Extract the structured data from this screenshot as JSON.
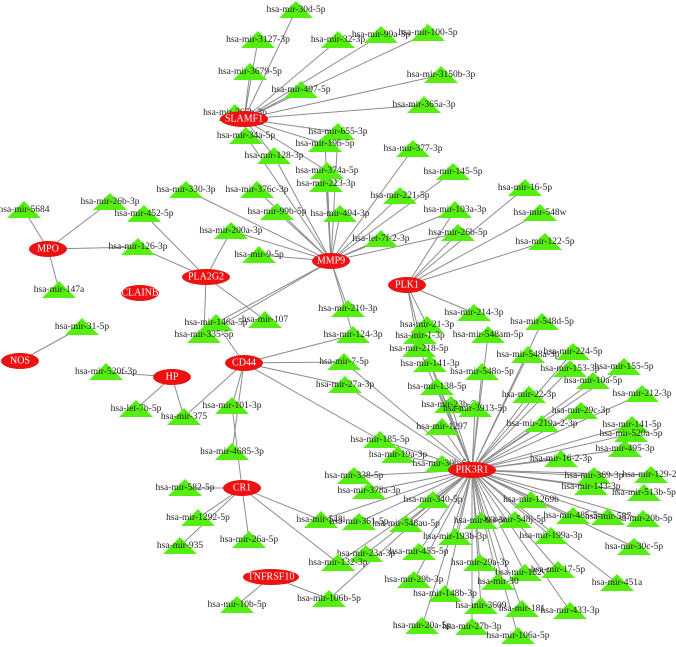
{
  "genes": [
    {
      "id": "SLAMF1",
      "label": "SLAMF1"
    },
    {
      "id": "MMP9",
      "label": "MMP9"
    },
    {
      "id": "PLA2G2",
      "label": "PLA2G2"
    },
    {
      "id": "PLK1",
      "label": "PLK1"
    },
    {
      "id": "MPO",
      "label": "MPO"
    },
    {
      "id": "CLAINB",
      "label": "CLAINB"
    },
    {
      "id": "NOS",
      "label": "NOS"
    },
    {
      "id": "HP",
      "label": "HP"
    },
    {
      "id": "CD44",
      "label": "CD44"
    },
    {
      "id": "CR1",
      "label": "CR1"
    },
    {
      "id": "TNFRSF10",
      "label": "TNFRSF10"
    },
    {
      "id": "PIK3R1",
      "label": "PIK3R1"
    }
  ],
  "mirnas": [
    {
      "id": "m1",
      "label": "hsa-mir-30d-5p",
      "targets": [
        "SLAMF1"
      ]
    },
    {
      "id": "m2",
      "label": "hsa-mir-3127-3p",
      "targets": [
        "SLAMF1"
      ]
    },
    {
      "id": "m3",
      "label": "hsa-mir-32-3p",
      "targets": [
        "SLAMF1"
      ]
    },
    {
      "id": "m4",
      "label": "hsa-mir-99a-5p",
      "targets": [
        "SLAMF1"
      ]
    },
    {
      "id": "m5",
      "label": "hsa-mir-100-5p",
      "targets": [
        "SLAMF1"
      ]
    },
    {
      "id": "m6",
      "label": "hsa-mir-3679-5p",
      "targets": [
        "SLAMF1"
      ]
    },
    {
      "id": "m7",
      "label": "hsa-mir-3150b-3p",
      "targets": [
        "SLAMF1"
      ]
    },
    {
      "id": "m8",
      "label": "hsa-mir-497-5p",
      "targets": [
        "SLAMF1"
      ]
    },
    {
      "id": "m9",
      "label": "hsa-mir-365a-3p",
      "targets": [
        "SLAMF1"
      ]
    },
    {
      "id": "m10",
      "label": "hsa-mir-365b-3p",
      "targets": [
        "SLAMF1"
      ]
    },
    {
      "id": "m11",
      "label": "hsa-mir-34a-5p",
      "targets": [
        "SLAMF1",
        "MMP9"
      ]
    },
    {
      "id": "m12",
      "label": "hsa-mir-655-3p",
      "targets": [
        "SLAMF1",
        "MMP9"
      ]
    },
    {
      "id": "m13",
      "label": "hsa-mir-195-5p",
      "targets": [
        "SLAMF1",
        "MMP9"
      ]
    },
    {
      "id": "m14",
      "label": "hsa-mir-128-3p",
      "targets": [
        "SLAMF1",
        "MMP9"
      ]
    },
    {
      "id": "m15",
      "label": "hsa-mir-377-3p",
      "targets": [
        "MMP9"
      ]
    },
    {
      "id": "m16",
      "label": "hsa-mir-374a-5p",
      "targets": [
        "SLAMF1",
        "MMP9"
      ]
    },
    {
      "id": "m17",
      "label": "hsa-mir-223-3p",
      "targets": [
        "MMP9"
      ]
    },
    {
      "id": "m18",
      "label": "hsa-mir-145-5p",
      "targets": [
        "MMP9"
      ]
    },
    {
      "id": "m19",
      "label": "hsa-mir-330-3p",
      "targets": [
        "MMP9"
      ]
    },
    {
      "id": "m20",
      "label": "hsa-mir-376c-3p",
      "targets": [
        "MMP9"
      ]
    },
    {
      "id": "m21",
      "label": "hsa-mir-16-5p",
      "targets": [
        "PLK1"
      ]
    },
    {
      "id": "m22",
      "label": "hsa-mir-221-5p",
      "targets": [
        "MMP9"
      ]
    },
    {
      "id": "m23",
      "label": "hsa-mir-5684",
      "targets": [
        "MPO"
      ]
    },
    {
      "id": "m24",
      "label": "hsa-mir-26b-3p",
      "targets": [
        "MPO"
      ]
    },
    {
      "id": "m25",
      "label": "hsa-mir-452-5p",
      "targets": [
        "PLA2G2"
      ]
    },
    {
      "id": "m26",
      "label": "hsa-mir-99b-5p",
      "targets": [
        "MMP9"
      ]
    },
    {
      "id": "m27",
      "label": "hsa-mir-494-3p",
      "targets": [
        "MMP9"
      ]
    },
    {
      "id": "m28",
      "label": "hsa-mir-103a-3p",
      "targets": [
        "MMP9",
        "PLK1"
      ]
    },
    {
      "id": "m29",
      "label": "hsa-mir-548w",
      "targets": [
        "PLK1"
      ]
    },
    {
      "id": "m30",
      "label": "hsa-mir-200a-3p",
      "targets": [
        "MMP9",
        "PLA2G2"
      ]
    },
    {
      "id": "m31",
      "label": "hsa-let-7f-2-3p",
      "targets": [
        "MMP9"
      ]
    },
    {
      "id": "m32",
      "label": "hsa-mir-26b-5p",
      "targets": [
        "MMP9",
        "PLK1"
      ]
    },
    {
      "id": "m33",
      "label": "hsa-mir-122-5p",
      "targets": [
        "PLK1"
      ]
    },
    {
      "id": "m34",
      "label": "hsa-mir-126-3p",
      "targets": [
        "MPO",
        "PLA2G2"
      ]
    },
    {
      "id": "m35",
      "label": "hsa-mir-9-5p",
      "targets": [
        "MMP9"
      ]
    },
    {
      "id": "m36",
      "label": "hsa-mir-147a",
      "targets": [
        "MPO"
      ]
    },
    {
      "id": "m37",
      "label": "hsa-mir-31-5p",
      "targets": [
        "NOS"
      ]
    },
    {
      "id": "m38",
      "label": "hsa-mir-210-3p",
      "targets": [
        "MMP9"
      ]
    },
    {
      "id": "m39",
      "label": "hsa-mir-214-3p",
      "targets": [
        "PLK1"
      ]
    },
    {
      "id": "m40",
      "label": "hsa-mir-146a-5p",
      "targets": [
        "MMP9",
        "CD44"
      ]
    },
    {
      "id": "m41",
      "label": "hsa-mir-107",
      "targets": [
        "PLA2G2"
      ]
    },
    {
      "id": "m42",
      "label": "hsa-mir-335-5p",
      "targets": [
        "PLA2G2",
        "MMP9"
      ]
    },
    {
      "id": "m43",
      "label": "hsa-mir-21-3p",
      "targets": [
        "PLK1"
      ]
    },
    {
      "id": "m44",
      "label": "hsa-mir-548d-5p",
      "targets": [
        "PIK3R1"
      ]
    },
    {
      "id": "m45",
      "label": "hsa-mir-124-3p",
      "targets": [
        "CD44",
        "MMP9"
      ]
    },
    {
      "id": "m46",
      "label": "hsa-mir-1-3p",
      "targets": [
        "PLK1",
        "PIK3R1"
      ]
    },
    {
      "id": "m47",
      "label": "hsa-mir-548am-5p",
      "targets": [
        "PIK3R1"
      ]
    },
    {
      "id": "m48",
      "label": "hsa-mir-218-5p",
      "targets": [
        "PLK1",
        "PIK3R1"
      ]
    },
    {
      "id": "m49",
      "label": "hsa-mir-548a-3p",
      "targets": [
        "PIK3R1"
      ]
    },
    {
      "id": "m50",
      "label": "hsa-mir-224-5p",
      "targets": [
        "PIK3R1"
      ]
    },
    {
      "id": "m51",
      "label": "hsa-mir-7-5p",
      "targets": [
        "CD44",
        "PIK3R1"
      ]
    },
    {
      "id": "m52",
      "label": "hsa-mir-520f-3p",
      "targets": [
        "HP"
      ]
    },
    {
      "id": "m53",
      "label": "hsa-mir-141-3p",
      "targets": [
        "PIK3R1"
      ]
    },
    {
      "id": "m54",
      "label": "hsa-mir-548o-5p",
      "targets": [
        "PIK3R1"
      ]
    },
    {
      "id": "m55",
      "label": "hsa-mir-153-3p",
      "targets": [
        "PIK3R1"
      ]
    },
    {
      "id": "m56",
      "label": "hsa-mir-155-5p",
      "targets": [
        "PIK3R1"
      ]
    },
    {
      "id": "m57",
      "label": "hsa-mir-10a-5p",
      "targets": [
        "PIK3R1"
      ]
    },
    {
      "id": "m58",
      "label": "hsa-mir-212-3p",
      "targets": [
        "PIK3R1"
      ]
    },
    {
      "id": "m59",
      "label": "hsa-mir-27a-3p",
      "targets": [
        "CD44",
        "PIK3R1"
      ]
    },
    {
      "id": "m60",
      "label": "hsa-mir-138-5p",
      "targets": [
        "PIK3R1"
      ]
    },
    {
      "id": "m61",
      "label": "hsa-mir-22-3p",
      "targets": [
        "PIK3R1"
      ]
    },
    {
      "id": "m62",
      "label": "hsa-let-7b-5p",
      "targets": [
        "HP"
      ]
    },
    {
      "id": "m63",
      "label": "hsa-mir-375",
      "targets": [
        "HP",
        "CD44"
      ]
    },
    {
      "id": "m64",
      "label": "hsa-mir-23b-3p",
      "targets": [
        "PIK3R1"
      ]
    },
    {
      "id": "m65",
      "label": "hsa-mir-3913-5p",
      "targets": [
        "PIK3R1"
      ]
    },
    {
      "id": "m66",
      "label": "hsa-mir-29c-3p",
      "targets": [
        "PIK3R1"
      ]
    },
    {
      "id": "m67",
      "label": "hsa-mir-101-3p",
      "targets": [
        "CD44",
        "CR1"
      ]
    },
    {
      "id": "m68",
      "label": "hsa-mir-1297",
      "targets": [
        "PIK3R1"
      ]
    },
    {
      "id": "m69",
      "label": "hsa-mir-219a-2-3p",
      "targets": [
        "PIK3R1"
      ]
    },
    {
      "id": "m70",
      "label": "hsa-mir-141-5p",
      "targets": [
        "PIK3R1"
      ]
    },
    {
      "id": "m71",
      "label": "hsa-mir-520a-5p",
      "targets": [
        "PIK3R1"
      ]
    },
    {
      "id": "m72",
      "label": "hsa-mir-4685-3p",
      "targets": [
        "CD44"
      ]
    },
    {
      "id": "m73",
      "label": "hsa-mir-185-5p",
      "targets": [
        "CD44",
        "PIK3R1"
      ]
    },
    {
      "id": "m74",
      "label": "hsa-mir-19a-3p",
      "targets": [
        "PIK3R1"
      ]
    },
    {
      "id": "m75",
      "label": "hsa-mir-16-2-3p",
      "targets": [
        "PIK3R1"
      ]
    },
    {
      "id": "m76",
      "label": "hsa-mir-495-3p",
      "targets": [
        "PIK3R1"
      ]
    },
    {
      "id": "m77",
      "label": "hsa-mir-30b-5p",
      "targets": [
        "PIK3R1"
      ]
    },
    {
      "id": "m78",
      "label": "hsa-mir-338-5p",
      "targets": [
        "PIK3R1"
      ]
    },
    {
      "id": "m79",
      "label": "hsa-mir-369-3p",
      "targets": [
        "PIK3R1"
      ]
    },
    {
      "id": "m80",
      "label": "hsa-mir-129-2-",
      "targets": [
        "PIK3R1"
      ]
    },
    {
      "id": "m81",
      "label": "hsa-mir-143-3p",
      "targets": [
        "PIK3R1"
      ]
    },
    {
      "id": "m82",
      "label": "hsa-mir-582-5p",
      "targets": [
        "CR1"
      ]
    },
    {
      "id": "m83",
      "label": "hsa-mir-378a-3p",
      "targets": [
        "PIK3R1"
      ]
    },
    {
      "id": "m84",
      "label": "hsa-mir-513b-5p",
      "targets": [
        "PIK3R1"
      ]
    },
    {
      "id": "m85",
      "label": "hsa-mir-340-5p",
      "targets": [
        "PIK3R1"
      ]
    },
    {
      "id": "m86",
      "label": "hsa-mir-1269b",
      "targets": [
        "PIK3R1"
      ]
    },
    {
      "id": "m87",
      "label": "hsa-mir-485-5p",
      "targets": [
        "PIK3R1"
      ]
    },
    {
      "id": "m88",
      "label": "hsa-mir-20b-5p",
      "targets": [
        "PIK3R1"
      ]
    },
    {
      "id": "m89",
      "label": "hsa-mir-1292-5p",
      "targets": [
        "CR1"
      ]
    },
    {
      "id": "m90",
      "label": "hsa-mir-548i",
      "targets": [
        "CR1",
        "PIK3R1"
      ]
    },
    {
      "id": "m91",
      "label": "hsa-mir-361-5p",
      "targets": [
        "PIK3R1"
      ]
    },
    {
      "id": "m92",
      "label": "hsa-mir-548au-5p",
      "targets": [
        "PIK3R1"
      ]
    },
    {
      "id": "m93",
      "label": "hsa-mir-93-5p",
      "targets": [
        "PIK3R1"
      ]
    },
    {
      "id": "m94",
      "label": "hsa-mir-587",
      "targets": [
        "PIK3R1"
      ]
    },
    {
      "id": "m95",
      "label": "hsa-mir-935",
      "targets": [
        "CR1"
      ]
    },
    {
      "id": "m96",
      "label": "hsa-mir-26a-5p",
      "targets": [
        "CR1"
      ]
    },
    {
      "id": "m97",
      "label": "hsa-mir-193b-3p",
      "targets": [
        "PIK3R1"
      ]
    },
    {
      "id": "m98",
      "label": "hsa-mir-548j-5p",
      "targets": [
        "PIK3R1"
      ]
    },
    {
      "id": "m99",
      "label": "hsa-mir-199a-3p",
      "targets": [
        "PIK3R1"
      ]
    },
    {
      "id": "m100",
      "label": "hsa-mir-30c-5p",
      "targets": [
        "PIK3R1"
      ]
    },
    {
      "id": "m101",
      "label": "hsa-mir-23a-3p",
      "targets": [
        "PIK3R1"
      ]
    },
    {
      "id": "m102",
      "label": "hsa-mir-455-5p",
      "targets": [
        "PIK3R1"
      ]
    },
    {
      "id": "m103",
      "label": "hsa-mir-132-3p",
      "targets": [
        "CR1",
        "PIK3R1"
      ]
    },
    {
      "id": "m104",
      "label": "hsa-mir-29a-3p",
      "targets": [
        "PIK3R1"
      ]
    },
    {
      "id": "m105",
      "label": "hsa-mir-182-5p",
      "targets": [
        "PIK3R1"
      ]
    },
    {
      "id": "m106",
      "label": "hsa-mir-17-5p",
      "targets": [
        "PIK3R1"
      ]
    },
    {
      "id": "m107",
      "label": "hsa-mir-29b-3p",
      "targets": [
        "PIK3R1"
      ]
    },
    {
      "id": "m108",
      "label": "hsa-mir-30",
      "targets": [
        "PIK3R1"
      ]
    },
    {
      "id": "m109",
      "label": "hsa-mir-451a",
      "targets": [
        "PIK3R1"
      ]
    },
    {
      "id": "m110",
      "label": "hsa-mir-148b-3p",
      "targets": [
        "PIK3R1"
      ]
    },
    {
      "id": "m111",
      "label": "hsa-mir-106b-5p",
      "targets": [
        "TNFRSF10",
        "PIK3R1"
      ]
    },
    {
      "id": "m112",
      "label": "hsa-mir-3609",
      "targets": [
        "PIK3R1"
      ]
    },
    {
      "id": "m113",
      "label": "hsa-mir-181",
      "targets": [
        "PIK3R1"
      ]
    },
    {
      "id": "m114",
      "label": "hsa-mir-433-3p",
      "targets": [
        "PIK3R1"
      ]
    },
    {
      "id": "m115",
      "label": "hsa-mir-10b-5p",
      "targets": [
        "TNFRSF10"
      ]
    },
    {
      "id": "m116",
      "label": "hsa-mir-20a-5p",
      "targets": [
        "PIK3R1"
      ]
    },
    {
      "id": "m117",
      "label": "hsa-mir-27b-3p",
      "targets": [
        "PIK3R1"
      ]
    },
    {
      "id": "m118",
      "label": "hsa-mir-106a-5p",
      "targets": [
        "PIK3R1"
      ]
    }
  ],
  "colors": {
    "gene": "#ee1111",
    "mirna": "#55ee11",
    "edge": "#8c8c8c"
  }
}
